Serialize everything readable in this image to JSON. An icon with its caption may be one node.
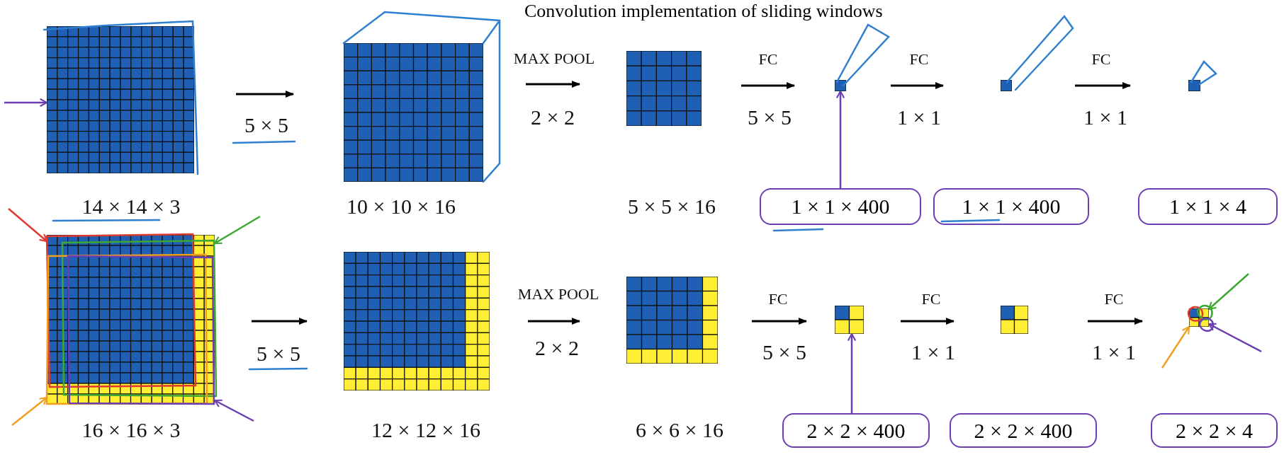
{
  "diagram": {
    "title": "Convolution implementation of sliding windows",
    "nodes": [
      {
        "text": [],
        "shape": "box",
        "beside": [
          "14 × 14 × 3"
        ]
      },
      {
        "text": [],
        "shape": "box",
        "beside": [
          "10 × 10 × 16"
        ]
      },
      {
        "text": [],
        "shape": "box",
        "beside": [
          "5 × 5 × 16"
        ]
      },
      {
        "text": [],
        "shape": "box"
      },
      {
        "text": [],
        "shape": "box"
      },
      {
        "text": [],
        "shape": "box"
      },
      {
        "text": [
          "1 × 1 × 400"
        ]
      },
      {
        "text": [
          "1 × 1 × 400"
        ]
      },
      {
        "text": [
          "1 × 1 × 4"
        ]
      },
      {
        "text": [],
        "shape": "box",
        "beside": [
          "16 × 16 × 3"
        ]
      },
      {
        "text": [],
        "shape": "box",
        "beside": [
          "12 × 12 × 16"
        ]
      },
      {
        "text": [],
        "shape": "box",
        "beside": [
          "6 × 6 × 16"
        ]
      },
      {
        "text": [],
        "shape": "box"
      },
      {
        "text": [],
        "shape": "box"
      },
      {
        "text": [],
        "shape": "box"
      },
      {
        "text": [
          "2 × 2 × 400"
        ]
      },
      {
        "text": [
          "2 × 2 × 400"
        ]
      },
      {
        "text": [
          "2 × 2 × 4"
        ]
      }
    ],
    "edges": [
      {
        "from": 0,
        "to": 1,
        "arrow": "to"
      },
      {
        "from": 1,
        "to": 2,
        "arrow": "to"
      },
      {
        "from": 2,
        "to": 3,
        "arrow": "to"
      },
      {
        "from": 3,
        "to": 4,
        "arrow": "to"
      },
      {
        "from": 4,
        "to": 5,
        "arrow": "to"
      },
      {
        "from": 9,
        "to": 10,
        "arrow": "to"
      },
      {
        "from": 10,
        "to": 11,
        "arrow": "to"
      },
      {
        "from": 11,
        "to": 12,
        "arrow": "to"
      },
      {
        "from": 12,
        "to": 13,
        "arrow": "to"
      },
      {
        "from": 13,
        "to": 14,
        "arrow": "to"
      },
      {
        "from": 6,
        "to": 3,
        "arrow": "to",
        "color": "#6b3fb3"
      },
      {
        "from": 15,
        "to": 12,
        "arrow": "to",
        "color": "#6b3fb3"
      },
      {
        "from": null,
        "to": 0,
        "arrow": "to",
        "color": "#6b3fb3"
      },
      {
        "from": null,
        "to": 9,
        "arrow": "to",
        "color": "#e03a2f"
      },
      {
        "from": null,
        "to": 9,
        "arrow": "to",
        "color": "#3aa832"
      },
      {
        "from": null,
        "to": 9,
        "arrow": "to",
        "color": "#f0a020"
      },
      {
        "from": null,
        "to": 9,
        "arrow": "to",
        "color": "#6b3fb3"
      },
      {
        "from": null,
        "to": 14,
        "arrow": "to",
        "color": "#3aa832"
      },
      {
        "from": null,
        "to": 14,
        "arrow": "to",
        "color": "#6b3fb3"
      },
      {
        "from": null,
        "to": 14,
        "arrow": "to",
        "color": "#f0a020"
      }
    ],
    "labels": [
      "5 × 5",
      "MAX POOL",
      "2 × 2",
      "FC",
      "5 × 5",
      "FC",
      "1 × 1",
      "FC",
      "1 × 1",
      "5 × 5",
      "MAX POOL",
      "2 × 2",
      "FC",
      "5 × 5",
      "FC",
      "1 × 1",
      "FC",
      "1 × 1"
    ]
  }
}
